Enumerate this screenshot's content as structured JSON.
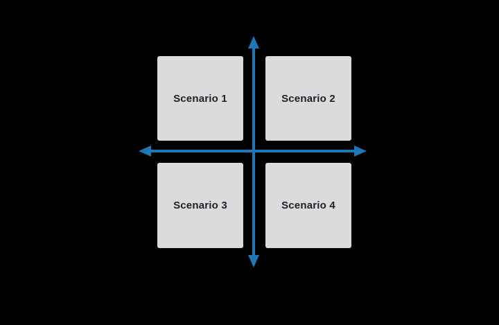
{
  "diagram": {
    "type": "2x2-scenario-matrix",
    "background_color": "#000000",
    "box_color": "#d9dbdd",
    "label_color": "#1d2125",
    "quadrants": [
      {
        "label": "Scenario 1",
        "position": "top-left"
      },
      {
        "label": "Scenario 2",
        "position": "top-right"
      },
      {
        "label": "Scenario 3",
        "position": "bottom-left"
      },
      {
        "label": "Scenario 4",
        "position": "bottom-right"
      }
    ],
    "axes": {
      "color": "#1f77b4",
      "horizontal": {
        "style": "double-headed-arrow"
      },
      "vertical": {
        "style": "double-headed-arrow"
      }
    }
  }
}
